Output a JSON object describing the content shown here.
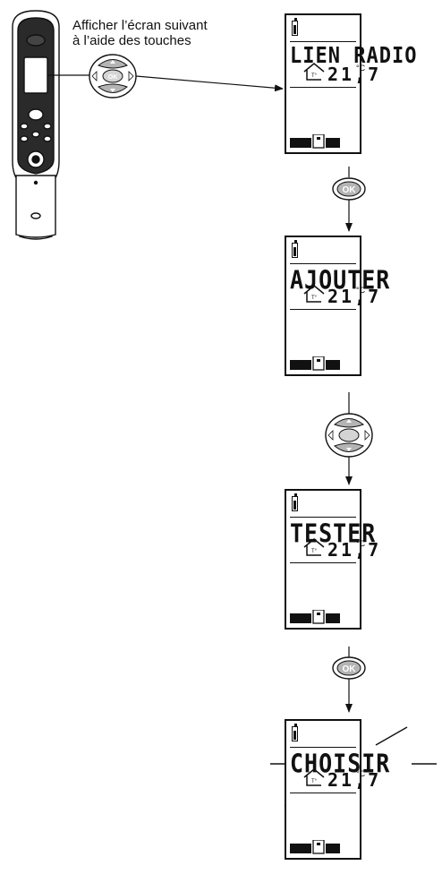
{
  "instruction": {
    "line1": "Afficher l’écran suivant",
    "line2": "à l’aide des touches"
  },
  "keys": {
    "ok_label": "OK"
  },
  "screens": [
    {
      "word": "LIEN RADIO",
      "temp": "21,7",
      "unit": "°C",
      "house_label": "T°"
    },
    {
      "word": "AJOUTER",
      "temp": "21,7",
      "unit": "°C",
      "house_label": "T°"
    },
    {
      "word": "TESTER",
      "temp": "21,7",
      "unit": "°C",
      "house_label": "T°"
    },
    {
      "word": "CHOISIR",
      "temp": "21,7",
      "unit": "°C",
      "house_label": "T°",
      "blinking": true
    }
  ],
  "colors": {
    "line": "#111111",
    "button_fill": "#b4b4b4",
    "device_dark": "#1a1a1a"
  }
}
